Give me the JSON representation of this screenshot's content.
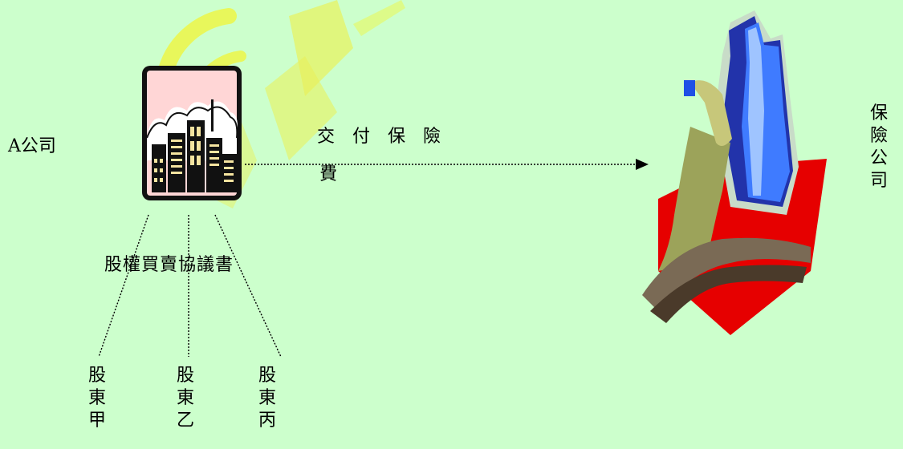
{
  "company_a": {
    "label": "A公司"
  },
  "arrow": {
    "label_line1": "交　付　保　險",
    "label_line2": "費"
  },
  "insurer": {
    "label": "保險公司"
  },
  "agreement": {
    "label": "股權買賣協議書"
  },
  "shareholders": [
    {
      "label": "股東甲"
    },
    {
      "label": "股東乙"
    },
    {
      "label": "股東丙"
    }
  ],
  "colors": {
    "background": "#ccffcc",
    "watermark": "#ffee55",
    "building_red": "#e60000",
    "tower_blue": "#1e4fe6"
  },
  "icons": [
    "city-buildings-icon",
    "person-pushing-tower-icon"
  ]
}
